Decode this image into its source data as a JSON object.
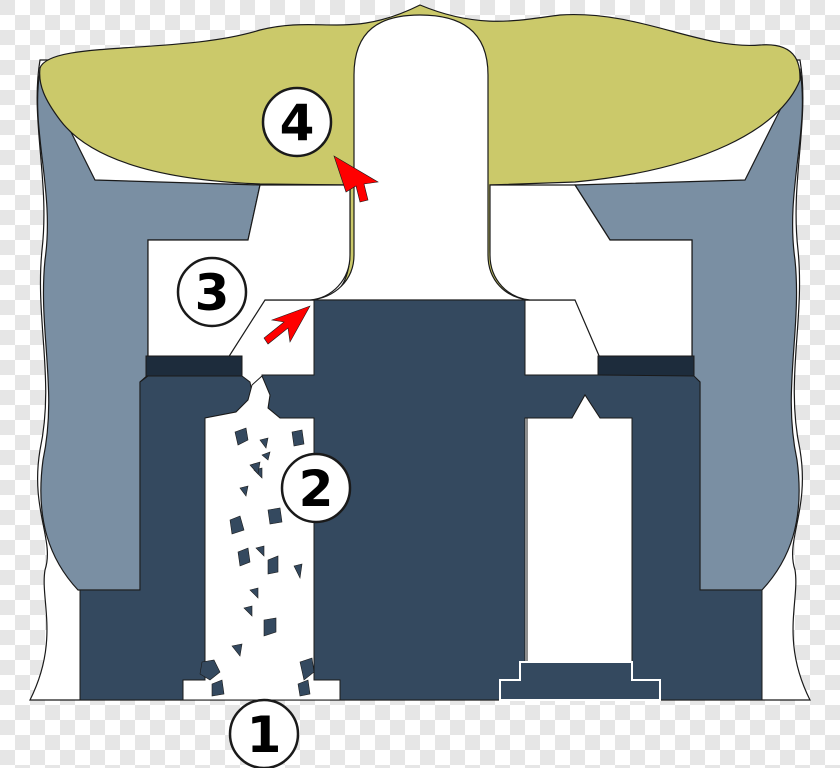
{
  "diagram": {
    "colors": {
      "background": "#ffffff",
      "checker_a": "#ffffff",
      "checker_b": "#e6e6e6",
      "yellow_body": "#cbc96a",
      "grey_block": "#7a8fa3",
      "dark_body": "#34495f",
      "dark_cap": "#1d2c3c",
      "outline": "#1a1a1a",
      "arrow": "#ff0000",
      "label_circle": "#ffffff"
    },
    "labels": [
      "1",
      "2",
      "3",
      "4"
    ]
  }
}
